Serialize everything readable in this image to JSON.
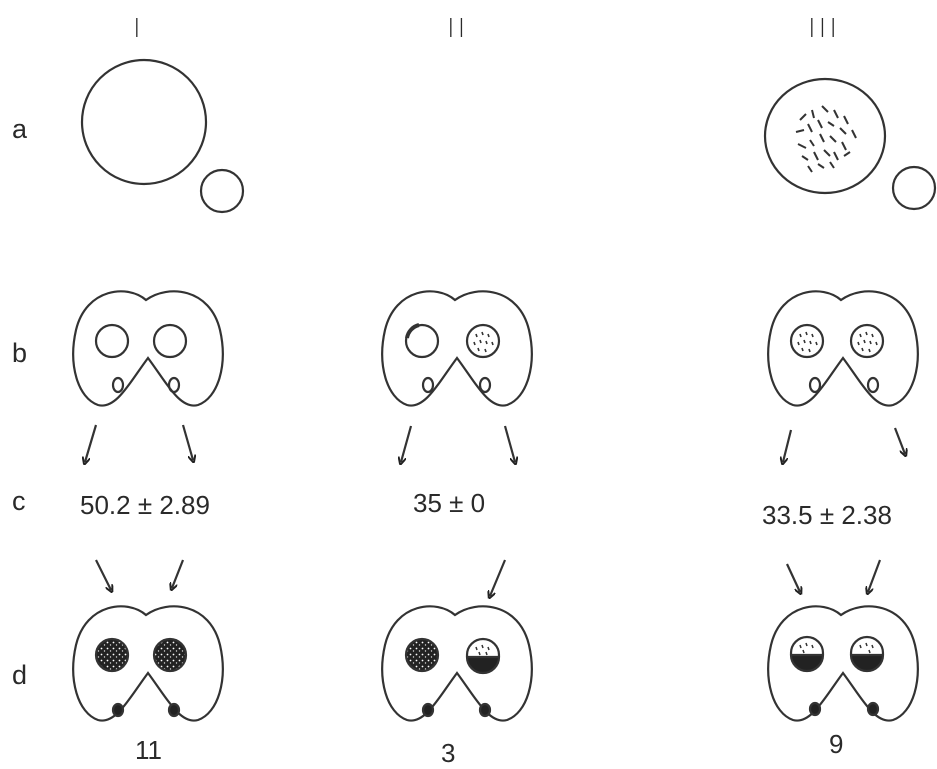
{
  "columns": [
    "I",
    "II",
    "III"
  ],
  "rows": [
    "a",
    "b",
    "c",
    "d"
  ],
  "row_c_values": [
    "50.2 ± 2.89",
    "35 ± 0",
    "33.5 ± 2.38"
  ],
  "row_d_counts": [
    "11",
    "3",
    "9"
  ]
}
